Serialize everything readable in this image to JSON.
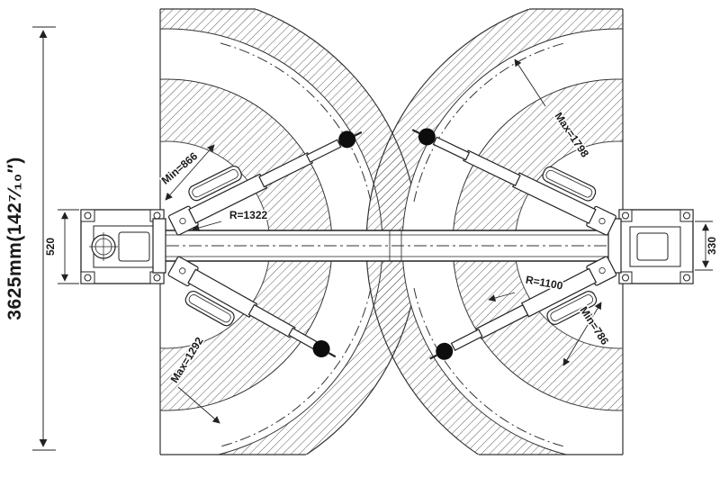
{
  "dimensions": {
    "overall": "3625mm(142⁷⁄₁₀″)",
    "left_post_width": "520",
    "right_post_width": "330"
  },
  "annotations": {
    "min_left": "Min=866",
    "r_left": "R=1322",
    "max_right": "Max=1798",
    "r_right": "R=1100",
    "min_right": "Min=786",
    "max_left": "Max=1292"
  }
}
